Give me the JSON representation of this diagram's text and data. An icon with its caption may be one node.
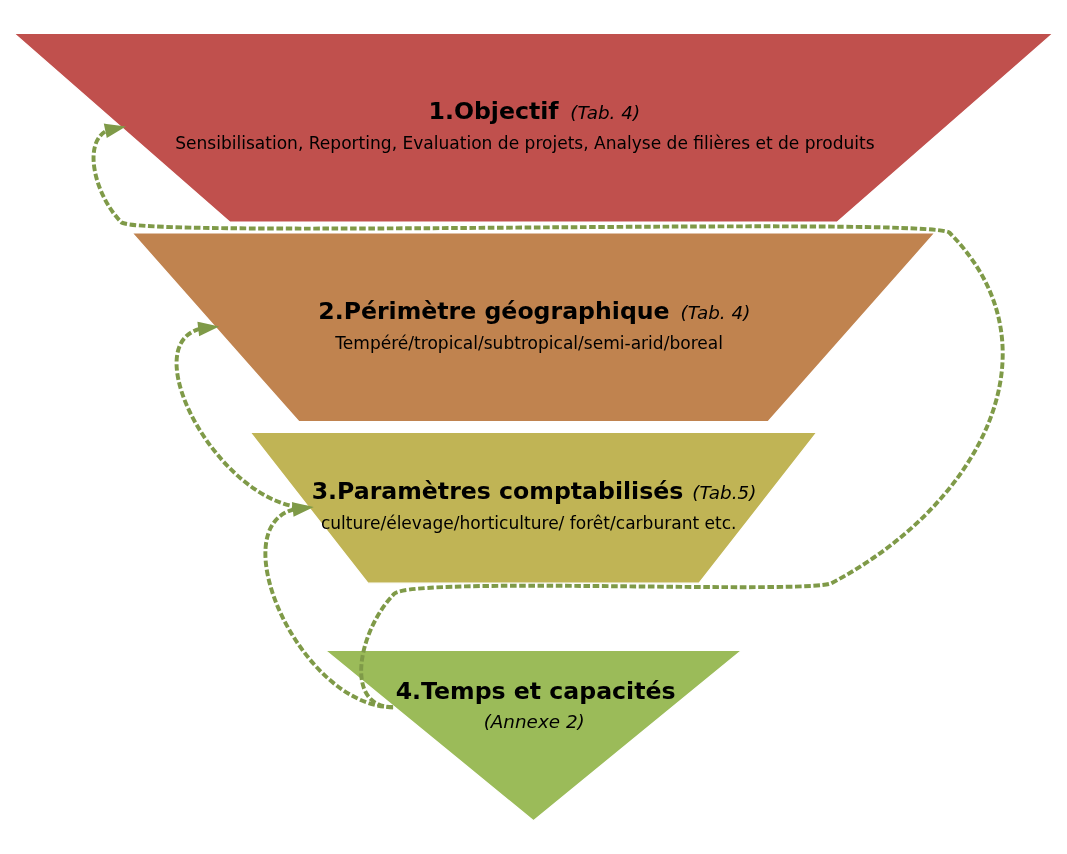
{
  "diagram": {
    "nodes": [
      {
        "text": [
          "1.Objectif *(Tab. 4)*",
          "Sensibilisation, Reporting, Evaluation de projets, Analyse de filières et de produits"
        ]
      },
      {
        "text": [
          "2.Périmètre géographique *(Tab. 4)*",
          "Tempéré/tropical/subtropical/semi-arid/boreal"
        ]
      },
      {
        "text": [
          "3.Paramètres comptabilisés *(Tab.5)*",
          "culture/élevage/horticulture/ forêt/carburant etc."
        ]
      },
      {
        "text": [
          "4.Temps et capacités",
          "*(Annexe 2)*"
        ]
      }
    ],
    "edges": [
      {
        "from": 3,
        "to": 0,
        "arrow": "to",
        "style": "dashed"
      },
      {
        "from": 3,
        "to": 2,
        "arrow": "to",
        "style": "dashed"
      },
      {
        "from": 2,
        "to": 1,
        "arrow": "to",
        "style": "dashed"
      }
    ]
  }
}
